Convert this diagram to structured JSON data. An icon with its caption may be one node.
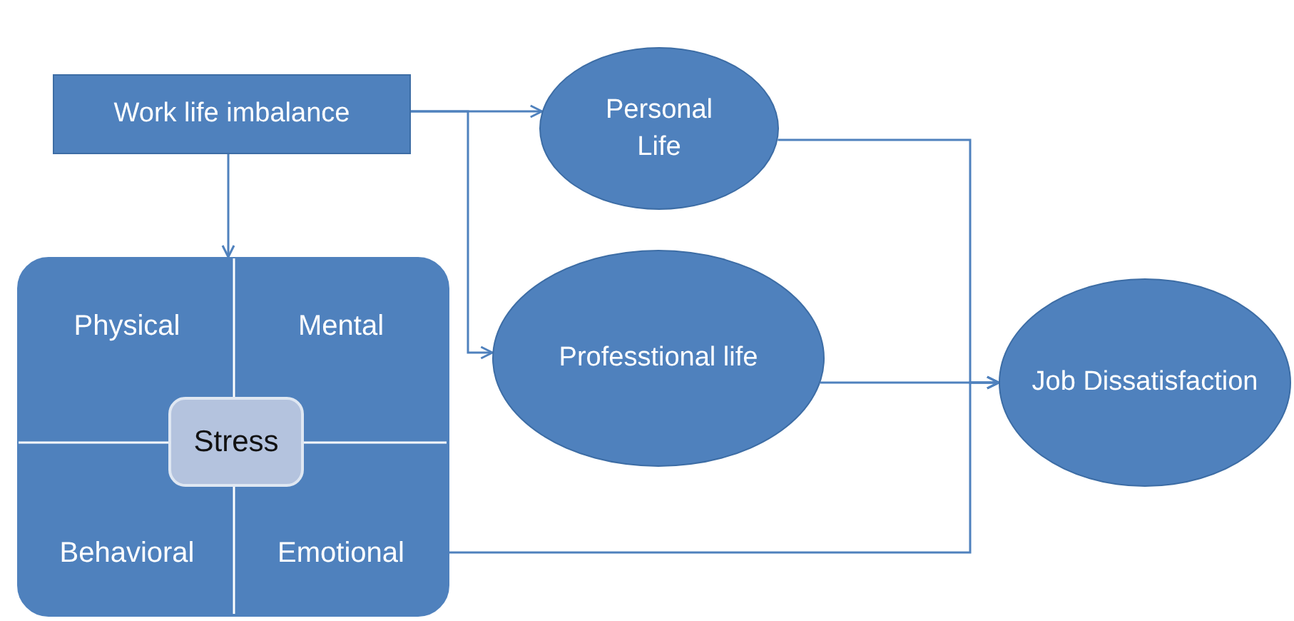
{
  "diagram": {
    "nodes": [
      {
        "text": [
          "Work life imbalance"
        ]
      },
      {
        "text": [
          "Personal Life"
        ]
      },
      {
        "text": [
          "Physical",
          "Mental",
          "Behavioral",
          "Emotional"
        ]
      },
      {
        "text": [
          "Stress"
        ],
        "in": 2
      },
      {
        "text": [
          "Professtional life"
        ]
      },
      {
        "text": [
          "Job Dissatisfaction"
        ]
      }
    ],
    "edges": [
      {
        "from": 0,
        "to": 1,
        "arrow": "to"
      },
      {
        "from": 0,
        "to": 4,
        "arrow": "to"
      },
      {
        "from": 0,
        "to": 2,
        "arrow": "to"
      },
      {
        "from": 1,
        "to": 5,
        "arrow": "to"
      },
      {
        "from": 4,
        "to": 5,
        "arrow": "to"
      },
      {
        "from": 2,
        "to": 5,
        "arrow": "to"
      }
    ]
  }
}
